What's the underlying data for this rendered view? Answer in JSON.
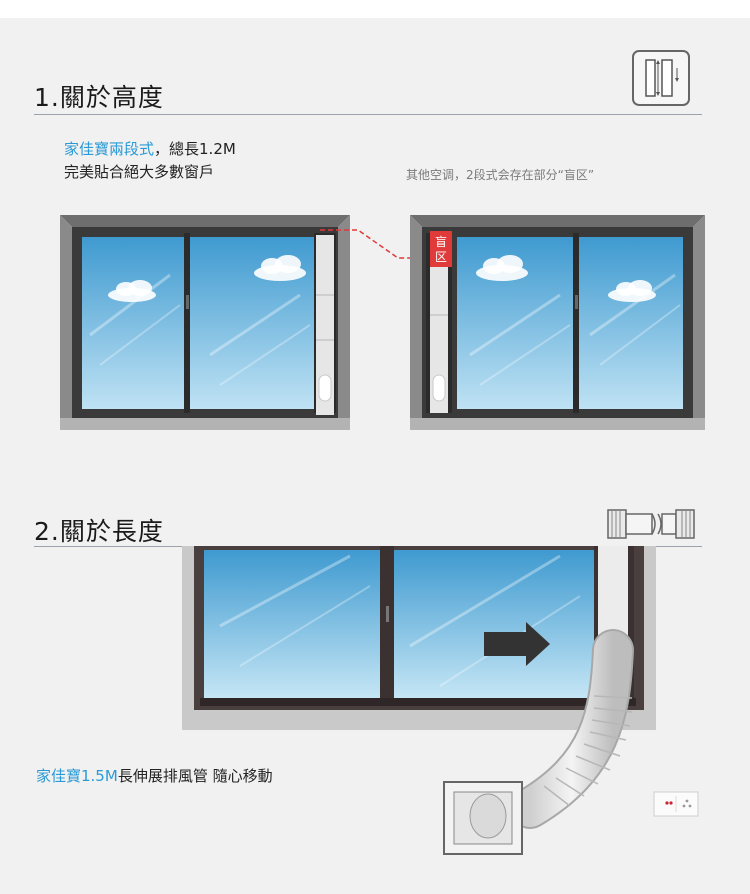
{
  "section1": {
    "title": "1.關於高度",
    "line1_blue": "家佳寶兩段式",
    "line1_rest": "，總長1.2M",
    "line2": "完美貼合絕大多數窗戶",
    "note": "其他空调，2段式会存在部分“盲区”",
    "blind_label_1": "盲",
    "blind_label_2": "区"
  },
  "section2": {
    "title": "2.關於長度",
    "caption_blue": "家佳寶1.5M",
    "caption_rest": "長伸展排風管  隨心移動"
  },
  "colors": {
    "panel_bg": "#f1f1f1",
    "accent_blue": "#2a9ad6",
    "frame_gray": "#555555",
    "blind_red": "#e03a3a"
  }
}
